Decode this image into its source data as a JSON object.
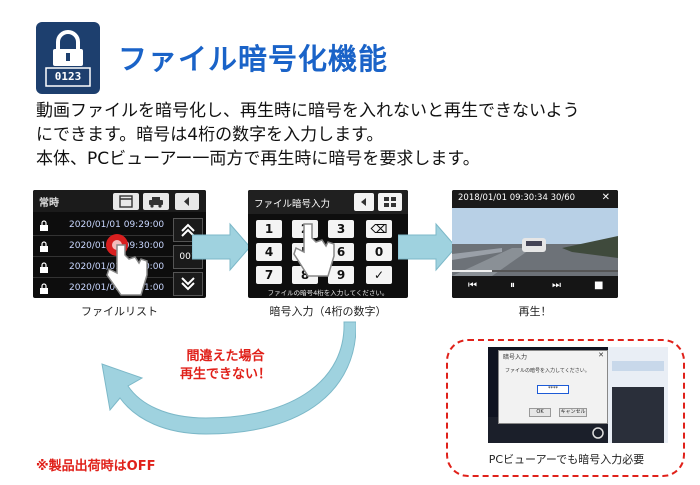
{
  "badge": {
    "code": "0123",
    "icon": "padlock-icon",
    "color": "#1d3f6e"
  },
  "title": "ファイル暗号化機能",
  "description": [
    "動画ファイルを暗号化し、再生時に暗号を入れないと再生できないよう",
    "にできます。暗号は4桁の数字を入力します。",
    "本体、PCビューアー一両方で再生時に暗号を要求します。"
  ],
  "file_list": {
    "header": "常時",
    "button_icons": [
      "calendar-icon",
      "car-icon",
      "back-arrow-icon"
    ],
    "rows": [
      "2020/01/01 09:29:00",
      "2020/01/01 09:30:00",
      "2020/01/01 09:30:00",
      "2020/01/01 09:31:00"
    ],
    "side_buttons": [
      "double-up-icon",
      "001",
      "double-down-icon"
    ],
    "caption": "ファイルリスト"
  },
  "code_entry": {
    "header": "ファイル暗号入力",
    "keys": [
      "1",
      "2",
      "3",
      "⌫",
      "4",
      "5",
      "6",
      "0",
      "7",
      "8",
      "9",
      "✓"
    ],
    "footer": "ファイルの暗号4桁を入力してください。",
    "caption": "暗号入力（4桁の数字）"
  },
  "playback": {
    "timestamp": "2018/01/01 09:30:34  30/60",
    "close": "✕",
    "controls": [
      "⏮",
      "⏸",
      "⏭",
      "■"
    ],
    "caption": "再生！"
  },
  "error_text": [
    "間違えた場合",
    "再生できない！"
  ],
  "note": "※製品出荷時はOFF",
  "pc_viewer": {
    "dialog_title": "暗号入力",
    "dialog_close": "✕",
    "dialog_message": "ファイルの暗号を入力してください。",
    "dialog_input": "****",
    "ok_button": "OK",
    "cancel_button": "キャンセル",
    "caption": "PCビューアーでも暗号入力必要"
  },
  "colors": {
    "title": "#1a63c8",
    "alert": "#e0211a",
    "arrow": "#9fd2df"
  }
}
